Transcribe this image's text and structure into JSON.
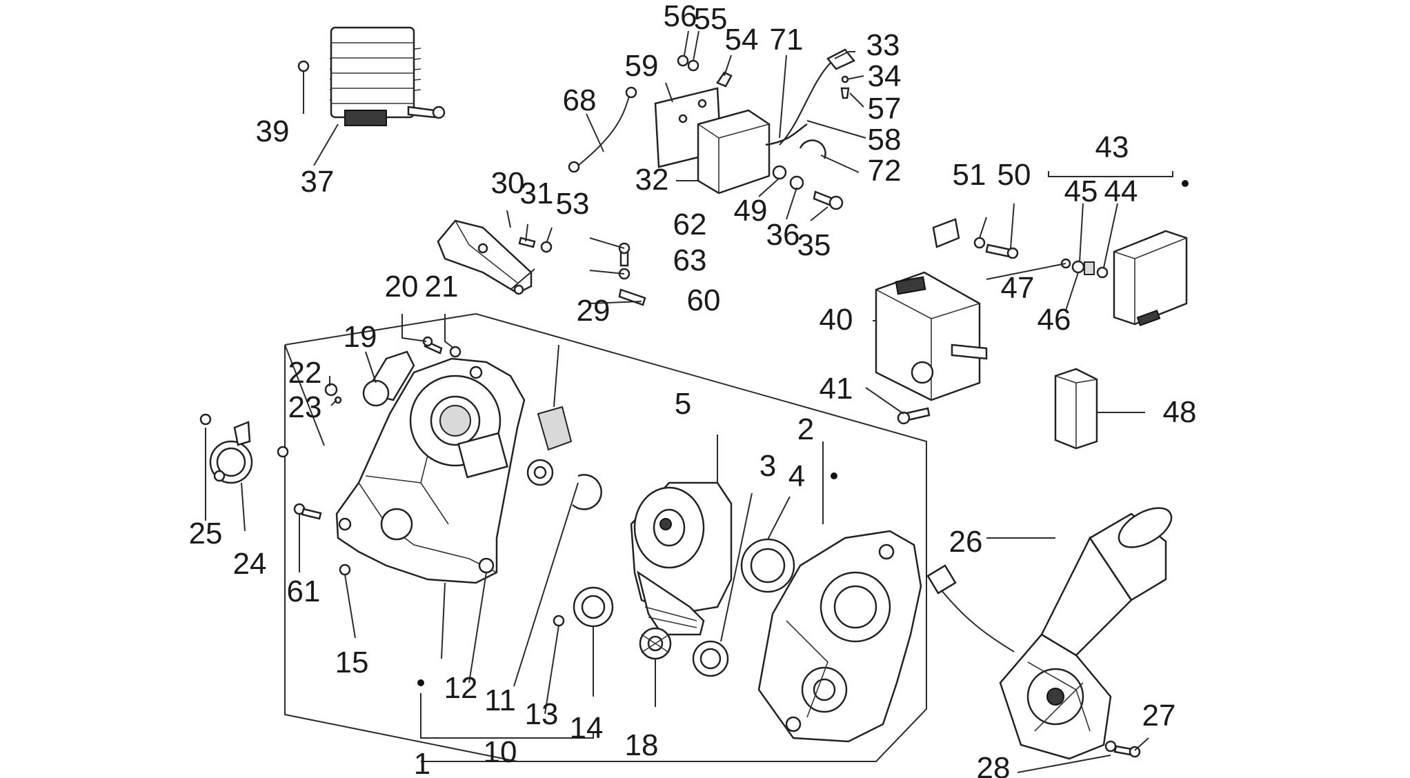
{
  "labels": {
    "l1": "1",
    "l2": "2",
    "l3": "3",
    "l4": "4",
    "l5": "5",
    "l10": "10",
    "l11": "11",
    "l12": "12",
    "l13": "13",
    "l14": "14",
    "l15": "15",
    "l18": "18",
    "l19": "19",
    "l20": "20",
    "l21": "21",
    "l22": "22",
    "l23": "23",
    "l24": "24",
    "l25": "25",
    "l26": "26",
    "l27": "27",
    "l28": "28",
    "l29": "29",
    "l30": "30",
    "l31": "31",
    "l32": "32",
    "l33": "33",
    "l34": "34",
    "l35": "35",
    "l36": "36",
    "l37": "37",
    "l39": "39",
    "l40": "40",
    "l41": "41",
    "l43": "43",
    "l44": "44",
    "l45": "45",
    "l46": "46",
    "l47": "47",
    "l48": "48",
    "l49": "49",
    "l50": "50",
    "l51": "51",
    "l53": "53",
    "l54": "54",
    "l55": "55",
    "l56": "56",
    "l57": "57",
    "l58": "58",
    "l59": "59",
    "l60": "60",
    "l61": "61",
    "l62": "62",
    "l63": "63",
    "l68": "68",
    "l71": "71",
    "l72": "72"
  },
  "colors": {
    "line": "#2a2a2a",
    "part_fill": "#ffffff",
    "shade": "#d9d9d9",
    "dark": "#3a3a3a"
  }
}
